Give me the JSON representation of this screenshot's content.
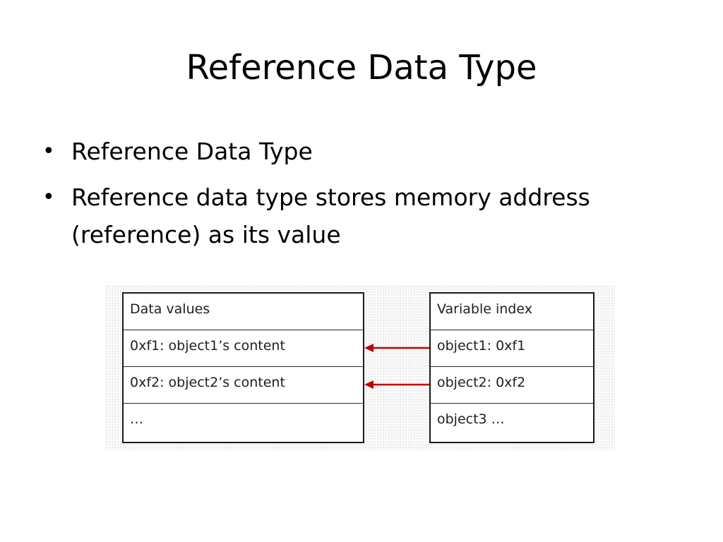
{
  "slide": {
    "title": "Reference Data Type",
    "bullets": [
      "Reference Data Type",
      "Reference data type stores memory address (reference) as its value"
    ]
  },
  "diagram": {
    "data_values": {
      "header": "Data values",
      "rows": [
        "0xf1: object1’s content",
        "0xf2: object2’s content",
        "…"
      ]
    },
    "variable_index": {
      "header": "Variable index",
      "rows": [
        "object1: 0xf1",
        "object2: 0xf2",
        "object3 …"
      ]
    },
    "arrow_color": "#c00000"
  }
}
